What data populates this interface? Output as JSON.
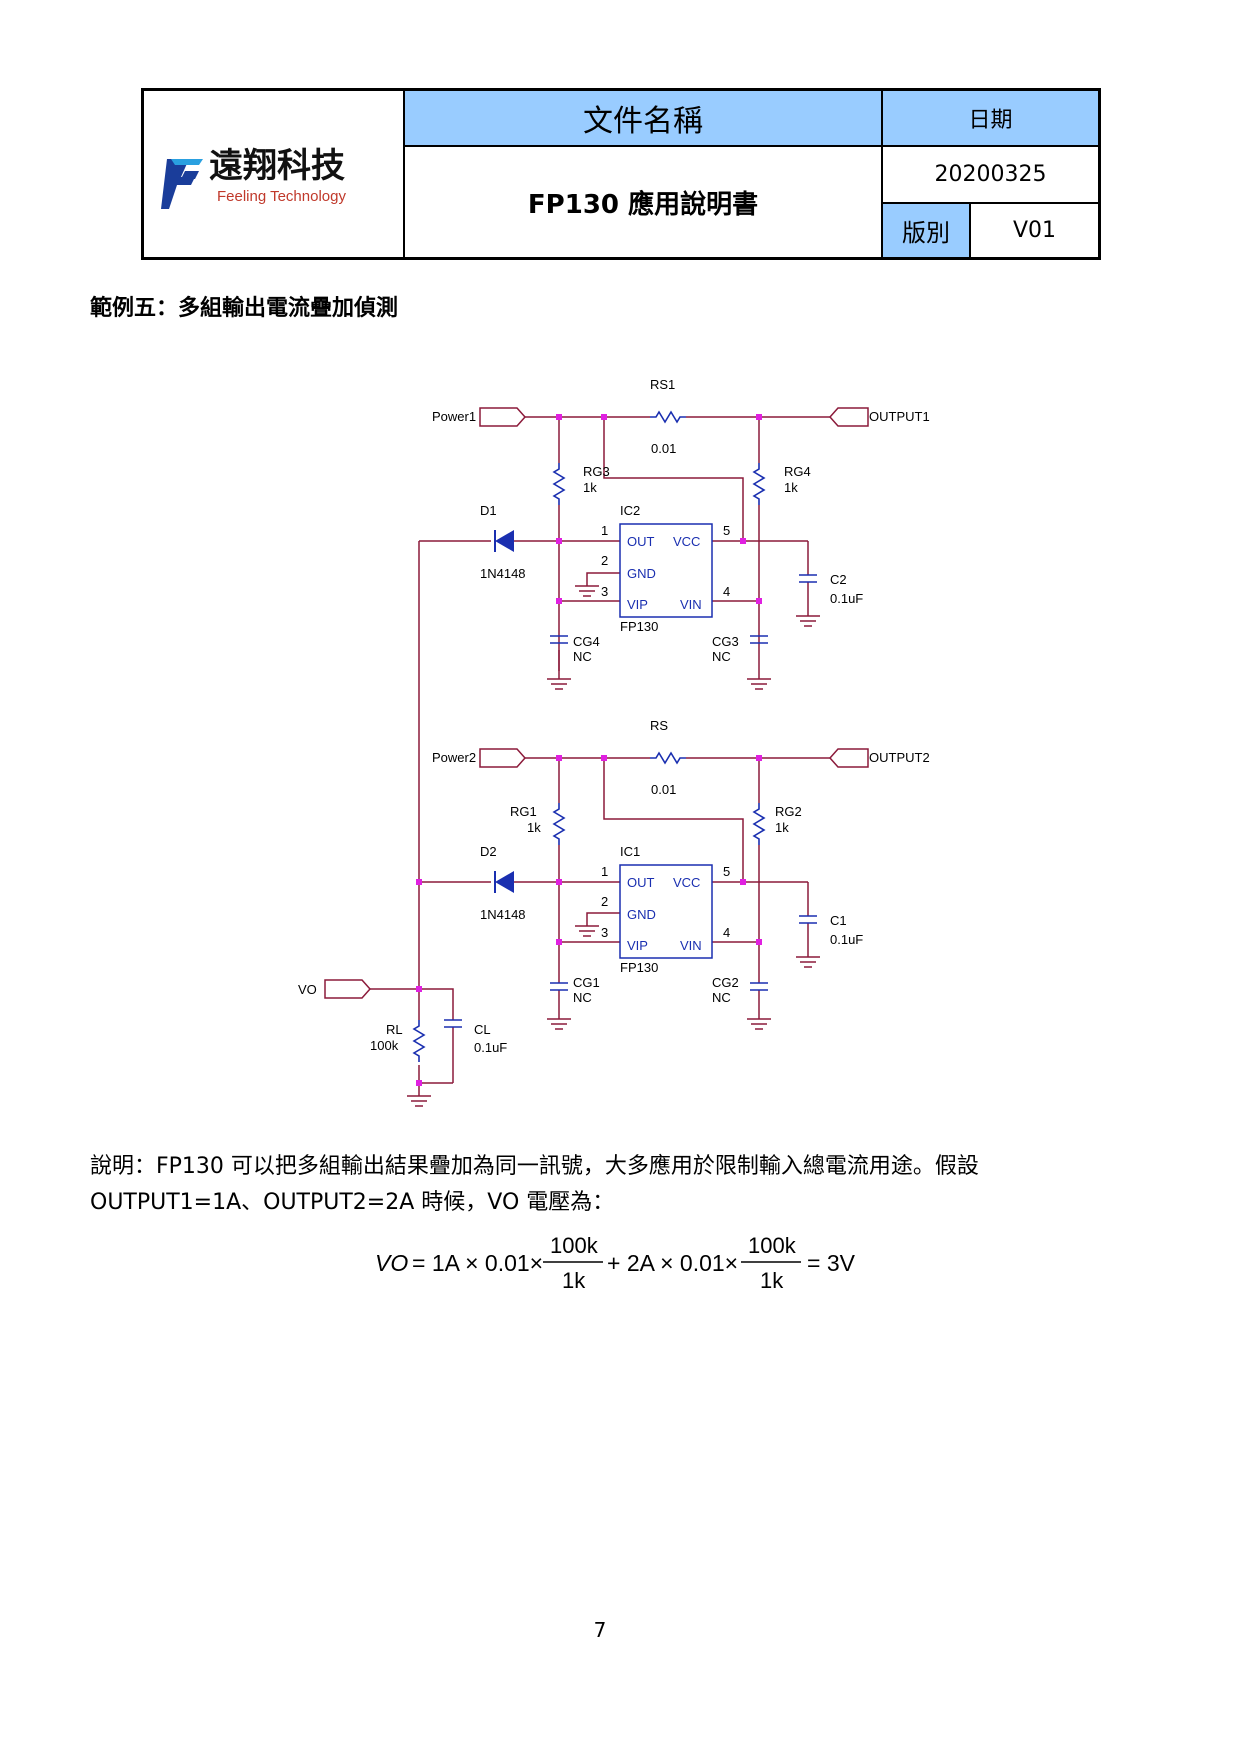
{
  "header": {
    "logo_company": "遠翔科技",
    "logo_english": "Feeling Technology",
    "doc_name_label": "文件名稱",
    "doc_name": "FP130 應用說明書",
    "date_label": "日期",
    "date": "20200325",
    "version_label": "版別",
    "version": "V01"
  },
  "section_title": "範例五：多組輸出電流疊加偵測",
  "schematic": {
    "top": {
      "power": "Power1",
      "output": "OUTPUT1",
      "rs": "RS1",
      "rs_val": "0.01",
      "rg_left": "RG3",
      "rg_left_val": "1k",
      "rg_right": "RG4",
      "rg_right_val": "1k",
      "diode": "D1",
      "diode_part": "1N4148",
      "ic": "IC2",
      "ic_part": "FP130",
      "cap": "C2",
      "cap_val": "0.1uF",
      "cg_left": "CG4",
      "cg_left_val": "NC",
      "cg_right": "CG3",
      "cg_right_val": "NC"
    },
    "bottom": {
      "power": "Power2",
      "output": "OUTPUT2",
      "rs": "RS",
      "rs_val": "0.01",
      "rg_left": "RG1",
      "rg_left_val": "1k",
      "rg_right": "RG2",
      "rg_right_val": "1k",
      "diode": "D2",
      "diode_part": "1N4148",
      "ic": "IC1",
      "ic_part": "FP130",
      "cap": "C1",
      "cap_val": "0.1uF",
      "cg_left": "CG1",
      "cg_left_val": "NC",
      "cg_right": "CG2",
      "cg_right_val": "NC"
    },
    "pins": {
      "out": "OUT",
      "vcc": "VCC",
      "gnd": "GND",
      "vip": "VIP",
      "vin": "VIN",
      "p1": "1",
      "p2": "2",
      "p3": "3",
      "p4": "4",
      "p5": "5"
    },
    "vo": "VO",
    "rl": "RL",
    "rl_val": "100k",
    "cl": "CL",
    "cl_val": "0.1uF"
  },
  "description_line1": "說明：FP130 可以把多組輸出結果疊加為同一訊號，大多應用於限制輸入總電流用途。假設",
  "description_line2": "OUTPUT1=1A、OUTPUT2=2A 時候，VO 電壓為：",
  "equation": {
    "lhs": "VO",
    "eq1": "= 1A × 0.01×",
    "num": "100k",
    "den": "1k",
    "mid": "+ 2A × 0.01×",
    "rhs": "= 3V"
  },
  "page_number": "7",
  "colors": {
    "header_blue": "#99ccff",
    "wire": "#8b1a3a",
    "component": "#1a2fb0",
    "junction": "#e020e0"
  }
}
